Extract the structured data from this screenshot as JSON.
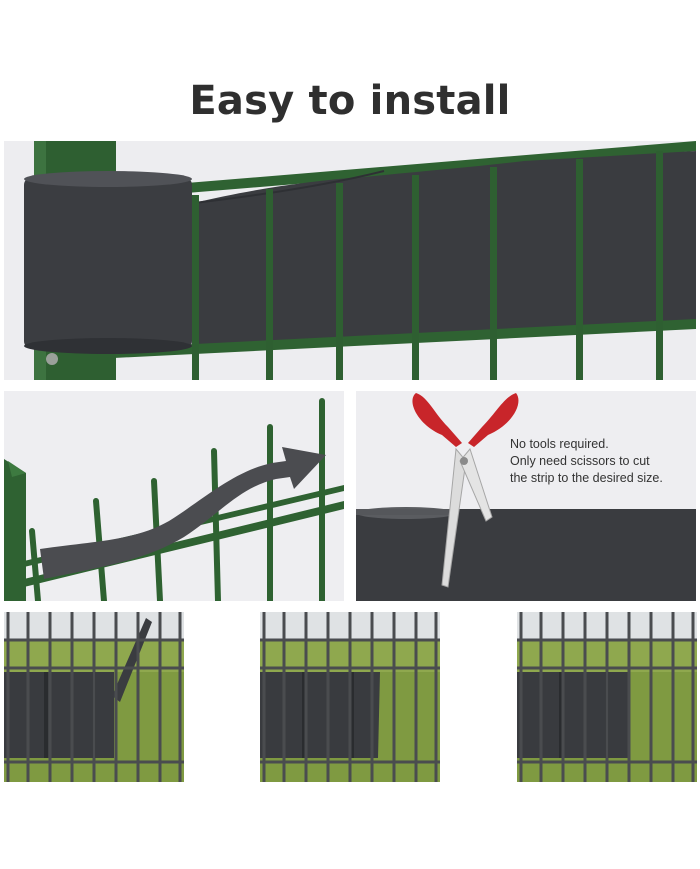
{
  "title": "Easy to install",
  "caption": {
    "lines": [
      "No tools required.",
      "Only need scissors to cut",
      "the strip to the desired size."
    ]
  },
  "colors": {
    "fence_green": "#2f5f32",
    "strip": "#3a3c40",
    "scissors_handle": "#c8252a",
    "grass": "#8fa84e",
    "background_grey": "#eeeef1"
  },
  "icons": [
    "roll-icon",
    "scissors-icon",
    "arrow-icon"
  ]
}
